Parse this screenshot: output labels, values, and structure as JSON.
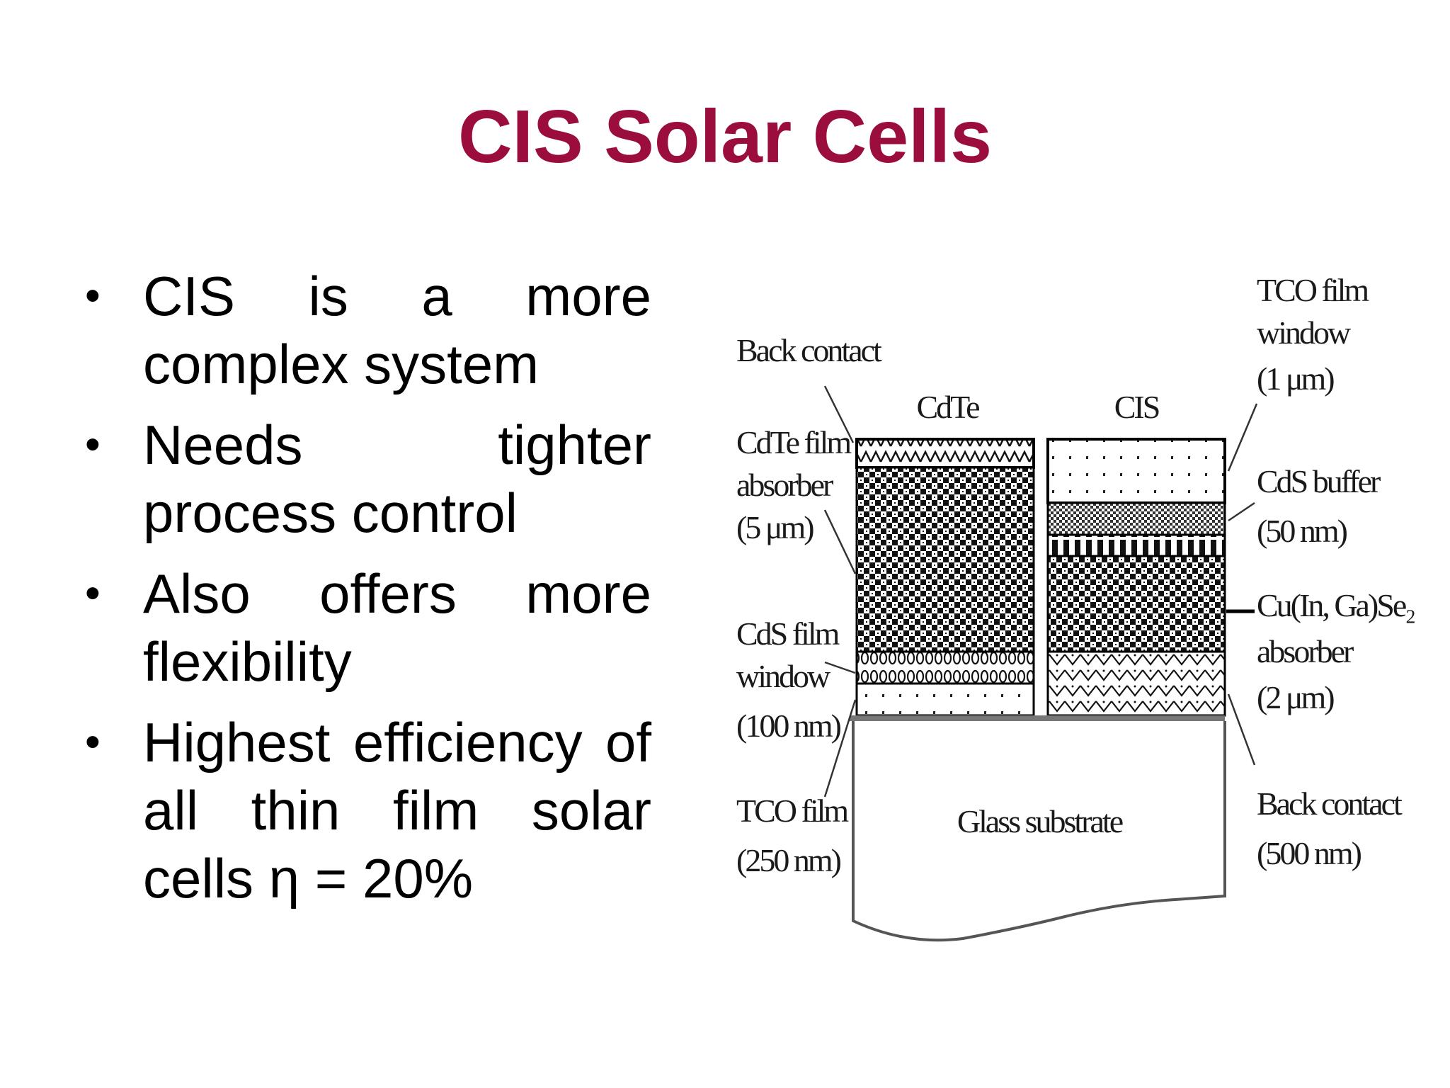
{
  "slide": {
    "title": "CIS Solar Cells",
    "bullets": [
      "CIS is a more complex system",
      "Needs tighter process control",
      "Also offers more flexibility",
      "Highest efficiency of all thin film solar cells η = 20%"
    ],
    "bullet_marker": "•"
  },
  "diagram": {
    "left_labels": {
      "back_contact": "Back contact",
      "cdte_film": [
        "CdTe film",
        "absorber",
        "(5 μm)"
      ],
      "cds_film": [
        "CdS film",
        "window",
        "(100 nm)"
      ],
      "tco_film": [
        "TCO film",
        "(250 nm)"
      ]
    },
    "column_headers": {
      "cdte": "CdTe",
      "cis": "CIS"
    },
    "right_labels": {
      "tco_window": [
        "TCO film",
        "window",
        "(1 μm)"
      ],
      "cds_buffer": [
        "CdS buffer",
        "(50 nm)"
      ],
      "absorber": [
        "Cu(In, Ga)Se₂",
        "absorber",
        "(2 μm)"
      ],
      "back_contact": [
        "Back contact",
        "(500 nm)"
      ]
    },
    "substrate_label": "Glass substrate"
  }
}
